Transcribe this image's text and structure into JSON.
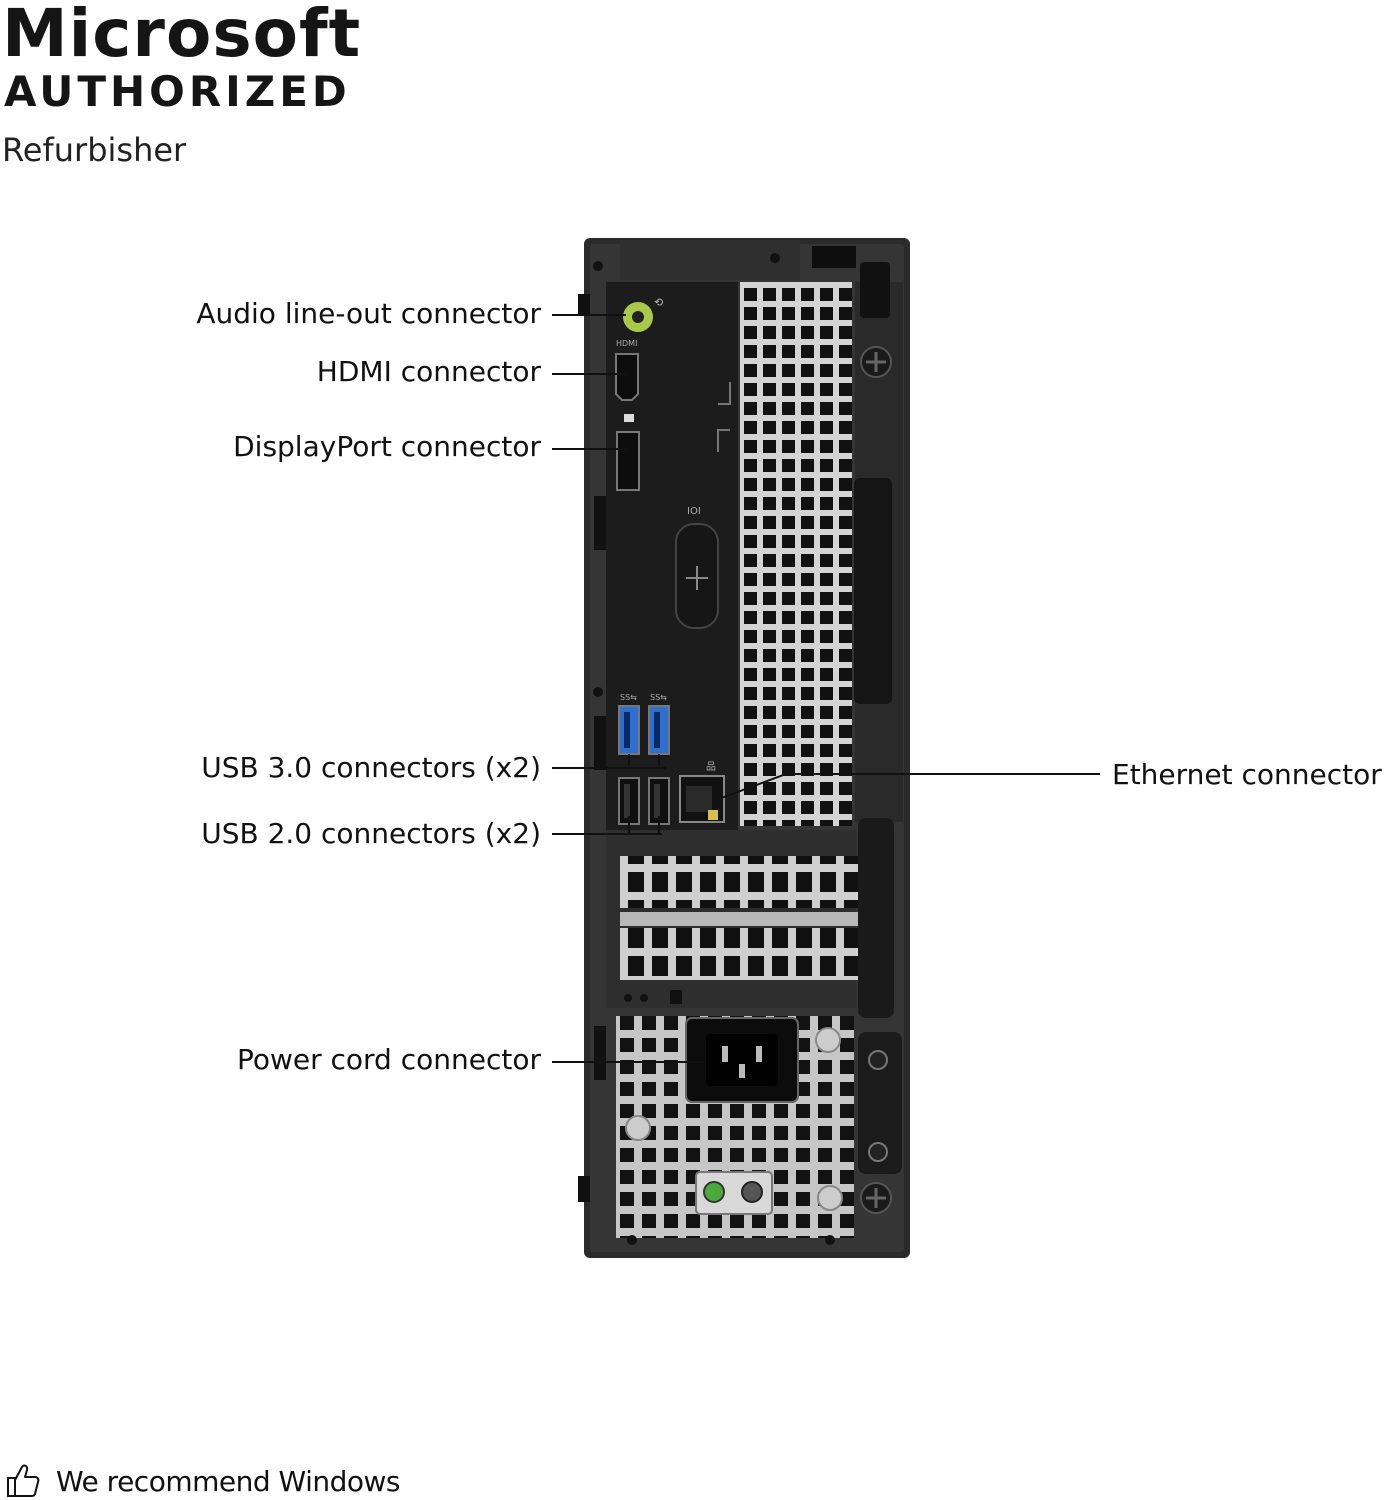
{
  "branding": {
    "line1": "Microsoft",
    "line2": "AUTHORIZED",
    "line3": "Refurbisher"
  },
  "callouts": {
    "audio": "Audio line-out connector",
    "hdmi": "HDMI connector",
    "displayport": "DisplayPort connector",
    "usb3": "USB 3.0 connectors (x2)",
    "usb2": "USB 2.0 connectors (x2)",
    "power": "Power cord connector",
    "ethernet": "Ethernet connector"
  },
  "footer": {
    "icon": "thumbs-up-icon",
    "text": "We recommend Windows"
  },
  "colors": {
    "chassis": "#2b2b2b",
    "panel": "#1c1c1c",
    "grille_metal": "#c9c9c9",
    "usb3_blue": "#2f6fd0",
    "audio_green": "#9bc23a"
  }
}
